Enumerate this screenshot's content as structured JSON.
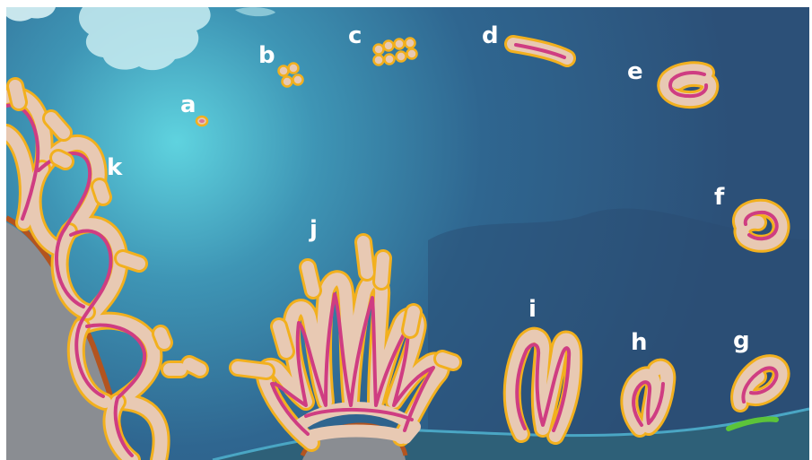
{
  "colors": {
    "water_light": "#5fd3df",
    "water_deep": "#2c5078",
    "seafloor": "#2e6078",
    "seafloor_line": "#4aa6c4",
    "rock": "#8a8d92",
    "polyp_outline": "#f2b01e",
    "polyp_fill": "#e8c9b3",
    "polyp_line": "#cf3d82",
    "attachment_green": "#5cc43a",
    "label_text": "#ffffff"
  },
  "labels": {
    "a": "a",
    "b": "b",
    "c": "c",
    "d": "d",
    "e": "e",
    "f": "f",
    "g": "g",
    "h": "h",
    "i": "i",
    "j": "j",
    "k": "k"
  }
}
